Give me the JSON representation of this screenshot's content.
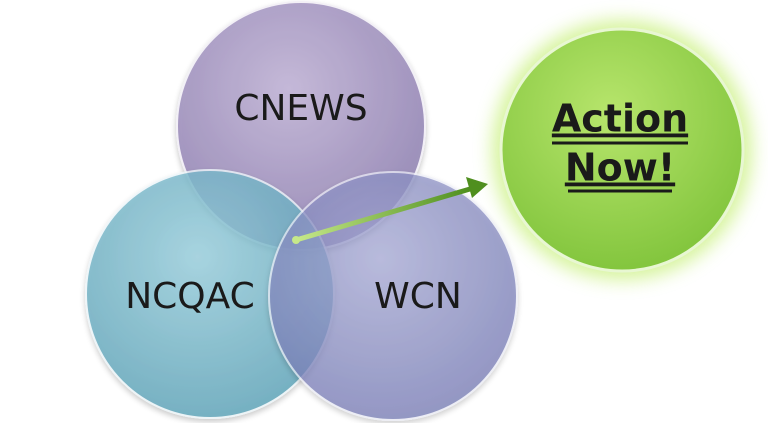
{
  "diagram": {
    "circles": {
      "top": {
        "label": "CNEWS",
        "color": "#a393bf"
      },
      "left": {
        "label": "NCQAC",
        "color": "#6fb3c6"
      },
      "right": {
        "label": "WCN",
        "color": "#8a8fc6"
      }
    },
    "action": {
      "line1": "Action",
      "line2": "Now!",
      "color": "#8fcf4a",
      "glow": "#b8e86a"
    },
    "arrow_color": "#7fc13a"
  }
}
